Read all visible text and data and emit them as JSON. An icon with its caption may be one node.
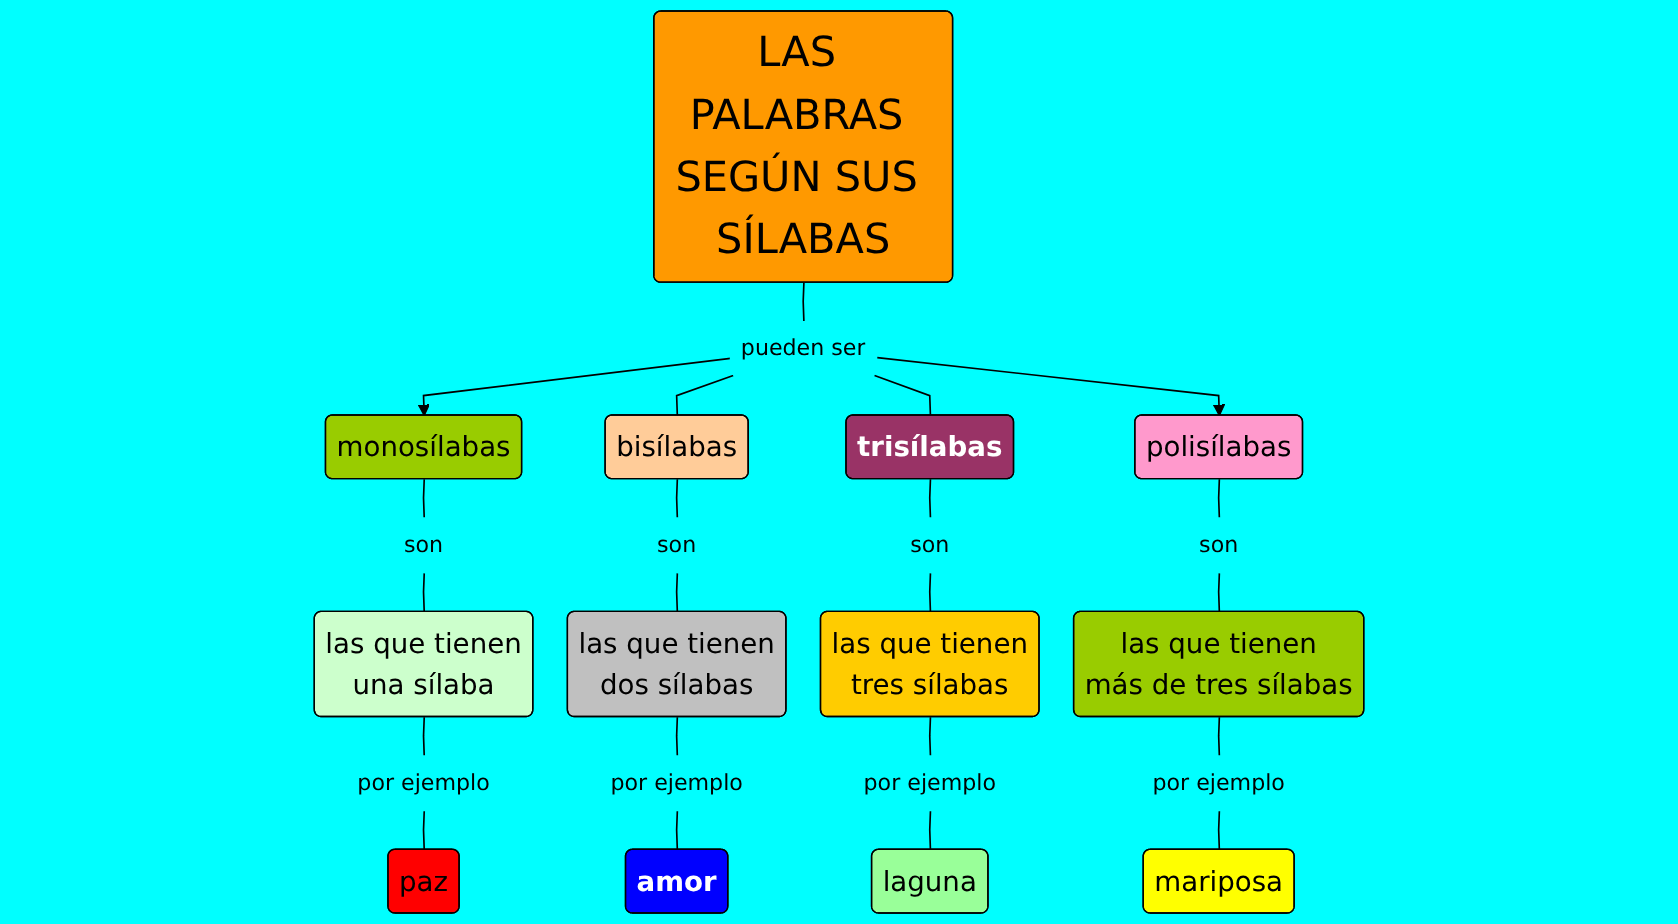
{
  "diagram": {
    "nodes": [
      {
        "text": [
          "LAS PALABRAS SEGÚN SUS SÍLABAS"
        ]
      },
      {
        "text": [
          "pueden ser"
        ]
      },
      {
        "text": [
          "monosílabas"
        ]
      },
      {
        "text": [
          "bisílabas"
        ]
      },
      {
        "text": [
          "trisílabas"
        ]
      },
      {
        "text": [
          "polisílabas"
        ]
      },
      {
        "text": [
          "son"
        ]
      },
      {
        "text": [
          "son"
        ]
      },
      {
        "text": [
          "son"
        ]
      },
      {
        "text": [
          "son"
        ]
      },
      {
        "text": [
          "las que tienen una sílaba"
        ]
      },
      {
        "text": [
          "las que tienen dos sílabas"
        ]
      },
      {
        "text": [
          "las que tienen tres sílabas"
        ]
      },
      {
        "text": [
          "las que tienen más de tres sílabas"
        ]
      },
      {
        "text": [
          "por ejemplo"
        ]
      },
      {
        "text": [
          "por ejemplo"
        ]
      },
      {
        "text": [
          "por ejemplo"
        ]
      },
      {
        "text": [
          "por ejemplo"
        ]
      },
      {
        "text": [
          "paz"
        ]
      },
      {
        "text": [
          "amor"
        ]
      },
      {
        "text": [
          "laguna"
        ]
      },
      {
        "text": [
          "mariposa"
        ]
      }
    ],
    "edges": [
      {
        "from": 0,
        "to": 1,
        "arrow": "none"
      },
      {
        "from": 1,
        "to": 2,
        "arrow": "to"
      },
      {
        "from": 1,
        "to": 3,
        "arrow": "none"
      },
      {
        "from": 1,
        "to": 4,
        "arrow": "none"
      },
      {
        "from": 1,
        "to": 5,
        "arrow": "to"
      },
      {
        "from": 2,
        "to": 6,
        "arrow": "none"
      },
      {
        "from": 3,
        "to": 7,
        "arrow": "none"
      },
      {
        "from": 4,
        "to": 8,
        "arrow": "none"
      },
      {
        "from": 5,
        "to": 9,
        "arrow": "none"
      },
      {
        "from": 6,
        "to": 10,
        "arrow": "none"
      },
      {
        "from": 7,
        "to": 11,
        "arrow": "none"
      },
      {
        "from": 8,
        "to": 12,
        "arrow": "none"
      },
      {
        "from": 9,
        "to": 13,
        "arrow": "none"
      },
      {
        "from": 10,
        "to": 14,
        "arrow": "none"
      },
      {
        "from": 11,
        "to": 15,
        "arrow": "none"
      },
      {
        "from": 12,
        "to": 16,
        "arrow": "none"
      },
      {
        "from": 13,
        "to": 17,
        "arrow": "none"
      },
      {
        "from": 14,
        "to": 18,
        "arrow": "none"
      },
      {
        "from": 15,
        "to": 19,
        "arrow": "none"
      },
      {
        "from": 16,
        "to": 20,
        "arrow": "none"
      },
      {
        "from": 17,
        "to": 21,
        "arrow": "none"
      }
    ]
  }
}
